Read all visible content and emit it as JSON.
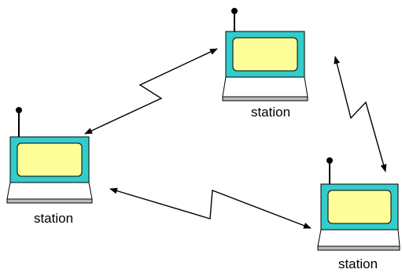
{
  "diagram": {
    "stations": [
      {
        "label": "station"
      },
      {
        "label": "station"
      },
      {
        "label": "station"
      }
    ],
    "links": [
      {
        "from": 0,
        "to": 1
      },
      {
        "from": 1,
        "to": 2
      },
      {
        "from": 0,
        "to": 2
      }
    ]
  },
  "colors": {
    "laptop_body": "#33cccc",
    "screen": "#ffff99",
    "keyboard": "#ffffff",
    "base": "#bbbbbb",
    "outline": "#000000",
    "antenna": "#000000",
    "link": "#000000"
  },
  "icons": {
    "station": "laptop-with-antenna-icon",
    "link": "wireless-link-icon"
  }
}
